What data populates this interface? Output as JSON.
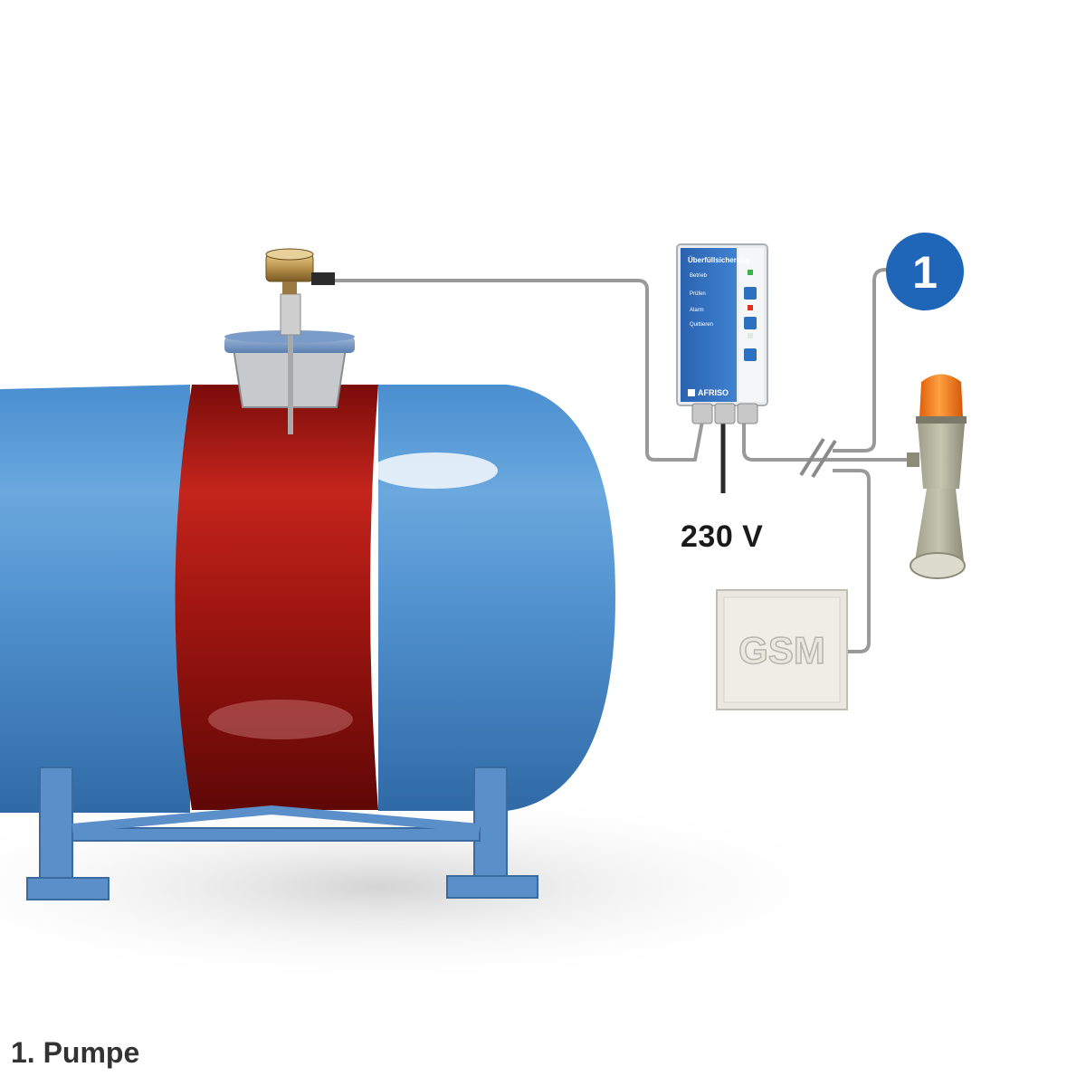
{
  "badge": {
    "number": "1"
  },
  "controller": {
    "title": "Überfüllsicherung",
    "rows": [
      "Betrieb",
      "Prüfen",
      "Alarm",
      "Quittieren"
    ],
    "brand": "AFRISO"
  },
  "power": {
    "label": "230 V"
  },
  "gsm": {
    "label": "GSM"
  },
  "caption": "1. Pumpe",
  "colors": {
    "tank_blue": "#5a9bd5",
    "tank_cutaway_red": "#a01814",
    "controller_blue": "#2f6fbf",
    "badge_blue": "#1f66b8",
    "beacon_orange": "#f07a10",
    "cable_grey": "#9a9a9a"
  },
  "icons": [
    "tank",
    "level-sensor",
    "control-unit",
    "warning-beacon-horn",
    "gsm-module",
    "number-badge"
  ]
}
